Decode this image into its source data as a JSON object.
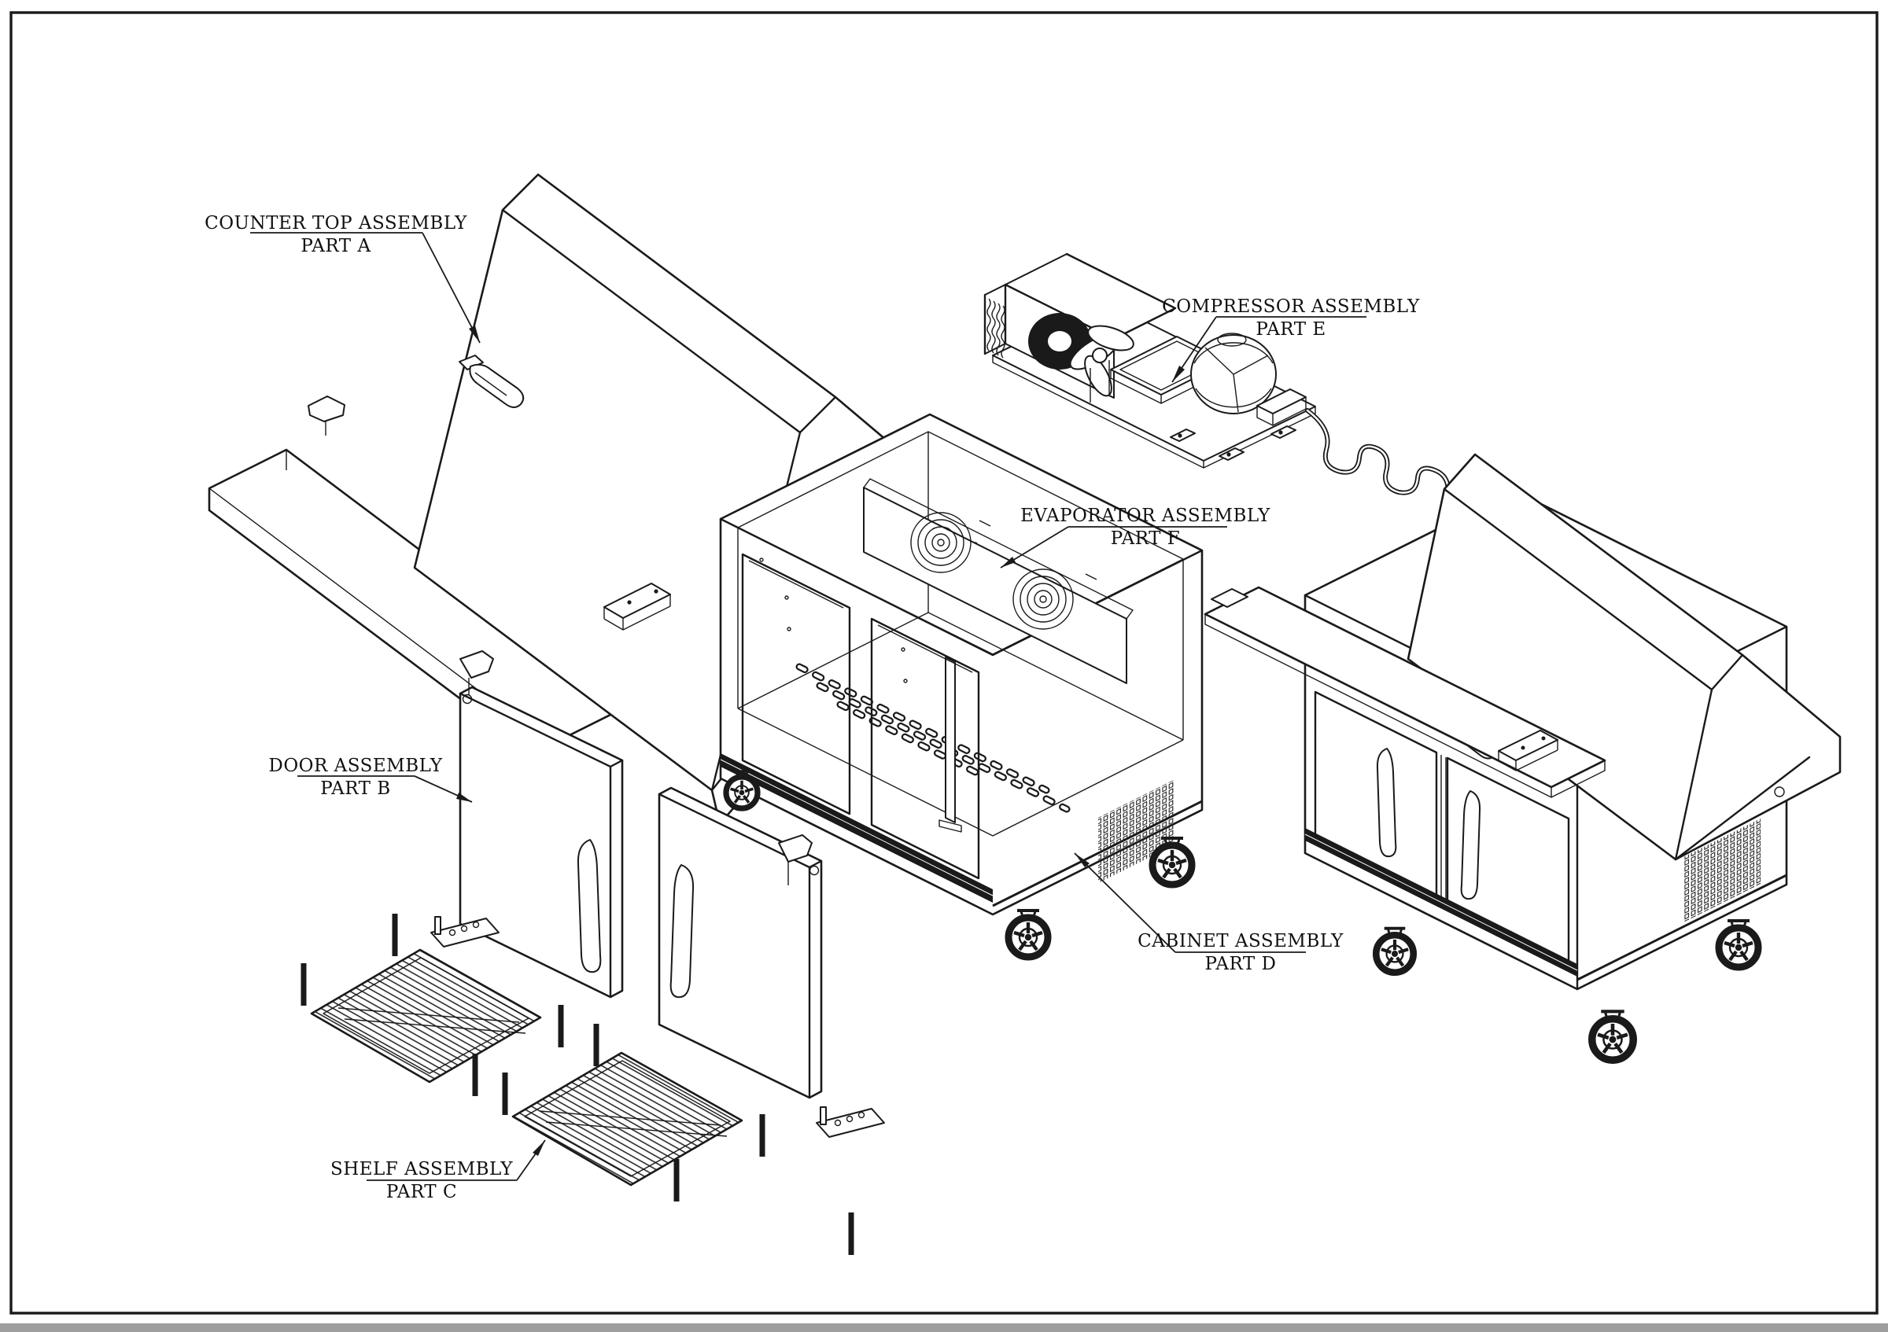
{
  "page": {
    "background": "#ffffff",
    "border_color": "#1a1a1a",
    "footer_bar_color": "#9e9e9e"
  },
  "labels": {
    "part_a": {
      "line1": "COUNTER TOP ASSEMBLY",
      "line2": "PART A"
    },
    "part_b": {
      "line1": "DOOR ASSEMBLY",
      "line2": "PART B"
    },
    "part_c": {
      "line1": "SHELF ASSEMBLY",
      "line2": "PART C"
    },
    "part_d": {
      "line1": "CABINET ASSEMBLY",
      "line2": "PART D"
    },
    "part_e": {
      "line1": "COMPRESSOR ASSEMBLY",
      "line2": "PART E"
    },
    "part_f": {
      "line1": "EVAPORATOR ASSEMBLY",
      "line2": "PART F"
    }
  }
}
